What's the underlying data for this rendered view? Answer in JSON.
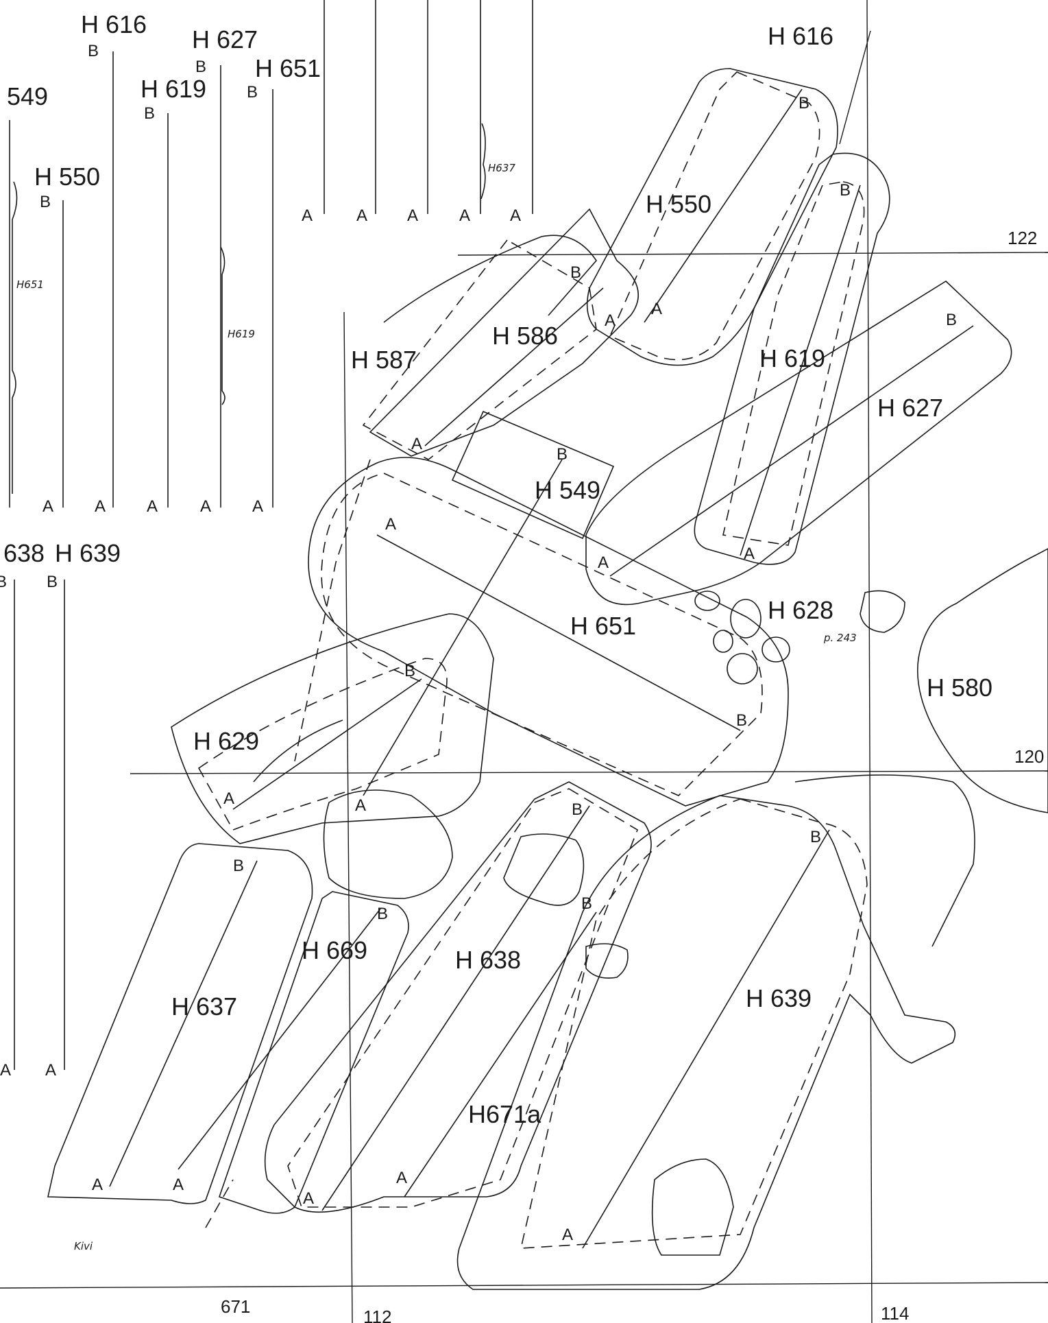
{
  "plan": {
    "features": [
      {
        "id": "H 616"
      },
      {
        "id": "H 550"
      },
      {
        "id": "H 586"
      },
      {
        "id": "H 587"
      },
      {
        "id": "H 619"
      },
      {
        "id": "H 627"
      },
      {
        "id": "H 549"
      },
      {
        "id": "H 651"
      },
      {
        "id": "H 628"
      },
      {
        "id": "H 580"
      },
      {
        "id": "H 629"
      },
      {
        "id": "H 669"
      },
      {
        "id": "H 637"
      },
      {
        "id": "H 638"
      },
      {
        "id": "H 639"
      },
      {
        "id": "H671a"
      }
    ],
    "grid_labels": {
      "g122": "122",
      "g120": "120",
      "g114": "114",
      "g671": "671",
      "g112": "112"
    },
    "stones": {
      "kivi": "Kivi",
      "p243": "p. 243"
    }
  },
  "profiles": {
    "top_labels": [
      "H 616",
      "H 627",
      "H 651",
      "H 619",
      "549",
      "H 550"
    ],
    "lower_labels": [
      "638",
      "H 639"
    ],
    "side_notes": [
      "H651",
      "H619",
      "H637"
    ]
  },
  "text": {
    "A": "A",
    "B": "B"
  }
}
